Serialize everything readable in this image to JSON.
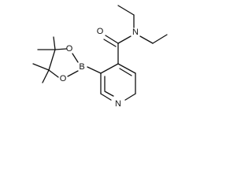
{
  "molecule": {
    "atoms": {
      "nitrogen_amide": "N",
      "oxygen_carbonyl": "O",
      "boron": "B",
      "oxygen_ring_top": "O",
      "oxygen_ring_bottom": "O",
      "nitrogen_pyridine": "N"
    }
  }
}
